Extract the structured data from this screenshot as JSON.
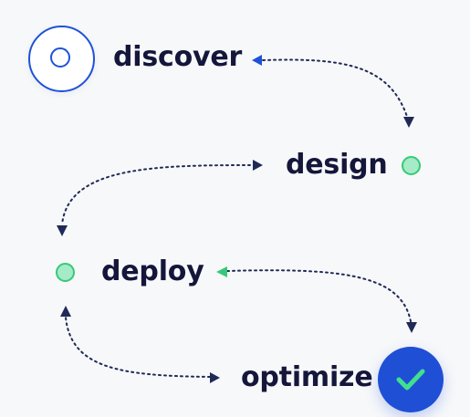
{
  "steps": [
    {
      "label": "discover",
      "icon": "target-ring-icon",
      "status": "start"
    },
    {
      "label": "design",
      "icon": "status-dot-icon",
      "status": "active"
    },
    {
      "label": "deploy",
      "icon": "status-dot-icon",
      "status": "active"
    },
    {
      "label": "optimize",
      "icon": "check-circle-icon",
      "status": "complete"
    }
  ],
  "colors": {
    "text": "#14163a",
    "primary_blue": "#1f52d8",
    "green": "#36c978",
    "green_fill": "#a5ebc7",
    "connector": "#202a56",
    "background": "#f7f8fa"
  }
}
